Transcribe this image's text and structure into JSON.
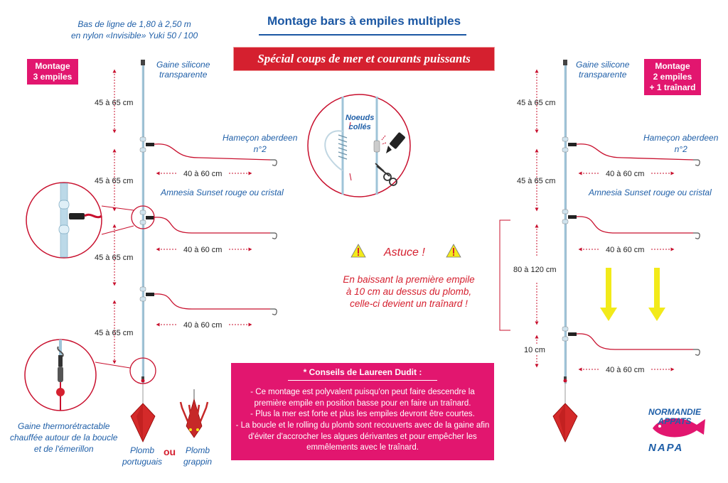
{
  "title": "Montage bars à empiles multiples",
  "banner": "Spécial coups de mer et courants puissants",
  "left": {
    "box_line1": "Montage",
    "box_line2": "3 empiles",
    "bas_line1": "Bas de ligne de 1,80 à 2,50 m",
    "bas_line2": "en nylon «Invisible» Yuki 50 / 100",
    "gaine_line1": "Gaine silicone",
    "gaine_line2": "transparente",
    "hook_line1": "Hameçon aberdeen",
    "hook_line2": "n°2",
    "amnesia": "Amnesia Sunset rouge ou cristal",
    "span1": "45 à 65 cm",
    "span2": "45 à 65 cm",
    "span3": "45 à 65 cm",
    "span4": "45 à 65 cm",
    "snood1": "40 à 60 cm",
    "snood2": "40 à 60 cm",
    "snood3": "40 à 60 cm",
    "thermo_line1": "Gaine thermorétractable",
    "thermo_line2": "chauffée autour de la boucle",
    "thermo_line3": "et de l'émerillon",
    "plomb1_line1": "Plomb",
    "plomb1_line2": "portuguais",
    "ou": "ou",
    "plomb2_line1": "Plomb",
    "plomb2_line2": "grappin"
  },
  "knot": {
    "line1": "Noeuds",
    "line2": "collés"
  },
  "astuce": {
    "title": "Astuce !",
    "line1": "En baissant la première empile",
    "line2": "à 10 cm au dessus du plomb,",
    "line3": "celle-ci devient un traînard !"
  },
  "conseils": {
    "head": "* Conseils de Laureen Dudit :",
    "item1": "- Ce montage est polyvalent puisqu'on peut faire descendre la première empile en position basse pour en faire un traînard.",
    "item2": "- Plus la mer est forte et plus les empiles devront être courtes.",
    "item3": "- La boucle et le rolling du plomb sont recouverts avec de la gaine afin d'éviter d'accrocher les algues dérivantes et pour empêcher les emmêlements avec le traînard."
  },
  "right": {
    "box_line1": "Montage",
    "box_line2": "2 empiles",
    "box_line3": "+ 1 traînard",
    "gaine_line1": "Gaine silicone",
    "gaine_line2": "transparente",
    "hook_line1": "Hameçon aberdeen",
    "hook_line2": "n°2",
    "amnesia": "Amnesia Sunset rouge ou cristal",
    "span1": "45 à 65 cm",
    "span2": "45 à 65 cm",
    "span3": "80 à 120 cm",
    "span4": "10 cm",
    "snood1": "40 à 60 cm",
    "snood2": "40 à 60 cm",
    "snood3": "40 à 60 cm"
  },
  "logo": {
    "line1": "NORMANDIE",
    "line2": "APPATS",
    "line3": "NAPA"
  },
  "colors": {
    "title_blue": "#1b57a3",
    "text_blue": "#1f5fa8",
    "banner_red": "#d5202f",
    "pink": "#e2166f",
    "line_red": "#c8102e",
    "arrow_yellow": "#f2ea1a"
  },
  "icons": [
    "warning-icon",
    "scissors-icon",
    "glue-bottle-icon",
    "down-arrow-icon",
    "fish-logo-icon"
  ]
}
